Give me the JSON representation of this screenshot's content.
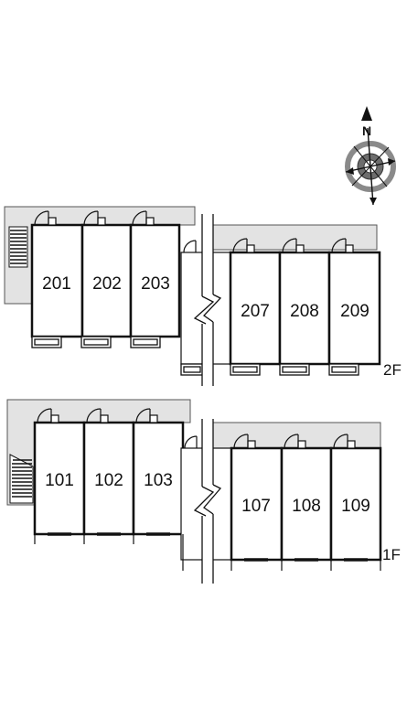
{
  "floors": {
    "second": {
      "label": "2F",
      "rooms": [
        "201",
        "202",
        "203",
        "207",
        "208",
        "209"
      ]
    },
    "first": {
      "label": "1F",
      "rooms": [
        "101",
        "102",
        "103",
        "107",
        "108",
        "109"
      ]
    }
  },
  "compass": {
    "north_label": "N"
  },
  "icons": {
    "compass": "compass-rose-icon",
    "door": "door-swing-icon",
    "stairs": "stairs-icon",
    "break": "section-break-icon"
  }
}
